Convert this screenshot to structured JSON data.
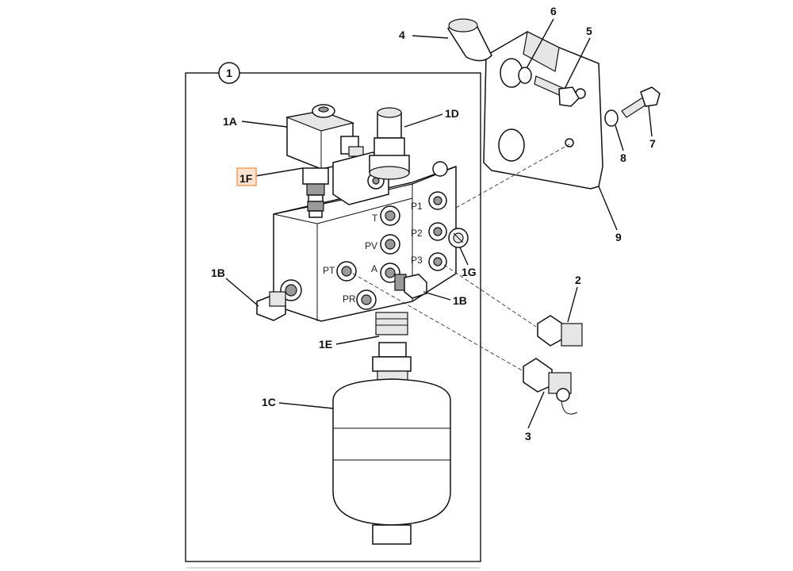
{
  "diagram": {
    "callouts": {
      "c1": "1",
      "c1A": "1A",
      "c1B_left": "1B",
      "c1B_right": "1B",
      "c1C": "1C",
      "c1D": "1D",
      "c1E": "1E",
      "c1F": "1F",
      "c1G": "1G",
      "c2": "2",
      "c3": "3",
      "c4": "4",
      "c5": "5",
      "c6": "6",
      "c7": "7",
      "c8": "8",
      "c9": "9"
    },
    "ports": {
      "T": "T",
      "PV": "PV",
      "A": "A",
      "PT": "PT",
      "PR": "PR",
      "P1": "P1",
      "P2": "P2",
      "P3": "P3"
    },
    "highlight_color": "#f0a060",
    "highlight_fill": "#fde3cf",
    "line_color": "#111111"
  }
}
